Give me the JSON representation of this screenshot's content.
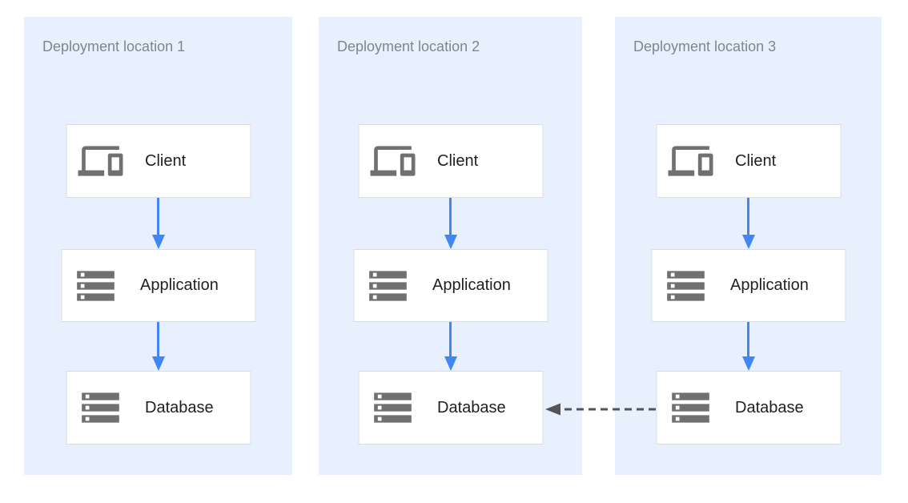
{
  "theme": {
    "page_bg": "#ffffff",
    "panel_bg": "#e8f0fe",
    "panel_title": "#80868b",
    "node_bg": "#ffffff",
    "node_border": "#dadce0",
    "node_label": "#202124",
    "icon_gray": "#707070",
    "arrow_blue": "#4285f4",
    "arrow_dashed": "#545454"
  },
  "panels": [
    {
      "title": "Deployment location 1",
      "nodes": [
        {
          "label": "Client",
          "icon": "devices-icon"
        },
        {
          "label": "Application",
          "icon": "server-stack-icon"
        },
        {
          "label": "Database",
          "icon": "server-stack-icon"
        }
      ]
    },
    {
      "title": "Deployment location 2",
      "nodes": [
        {
          "label": "Client",
          "icon": "devices-icon"
        },
        {
          "label": "Application",
          "icon": "server-stack-icon"
        },
        {
          "label": "Database",
          "icon": "server-stack-icon"
        }
      ]
    },
    {
      "title": "Deployment location 3",
      "nodes": [
        {
          "label": "Client",
          "icon": "devices-icon"
        },
        {
          "label": "Application",
          "icon": "server-stack-icon"
        },
        {
          "label": "Database",
          "icon": "server-stack-icon"
        }
      ]
    }
  ],
  "edges": {
    "within_each_panel": [
      {
        "from": "Client",
        "to": "Application",
        "style": "solid",
        "color": "#4285f4"
      },
      {
        "from": "Application",
        "to": "Database",
        "style": "solid",
        "color": "#4285f4"
      }
    ],
    "cross_panel": {
      "from": "Database (Deployment location 3)",
      "to": "Database (Deployment location 2)",
      "style": "dashed",
      "color": "#545454",
      "direction": "right-to-left"
    }
  }
}
